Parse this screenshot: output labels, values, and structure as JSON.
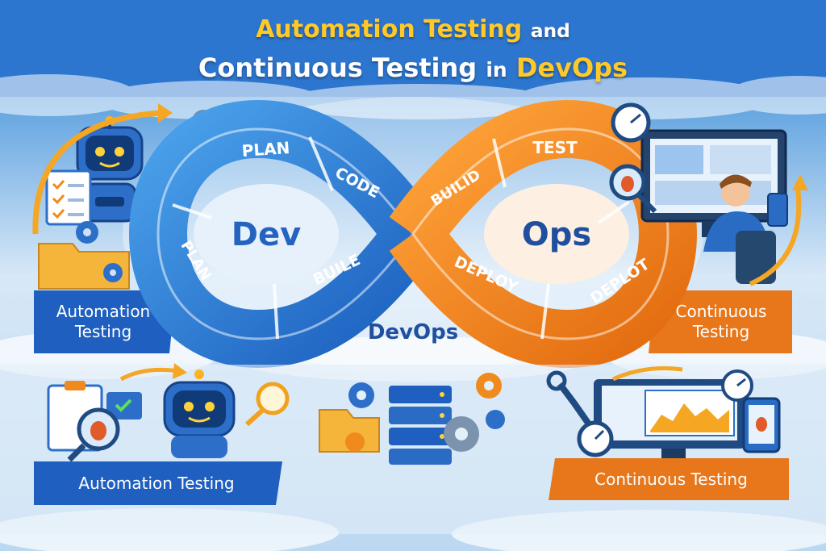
{
  "header": {
    "title_part1": "Automation Testing",
    "title_part2": "and",
    "title_part3": "Continuous Testing",
    "title_part4": "in",
    "title_part5": "DevOps"
  },
  "infinity_loop": {
    "dev_label": "Dev",
    "ops_label": "Ops",
    "center_label": "DevOps",
    "dev_segments": [
      "PLAN",
      "CODE",
      "PLAN",
      "BUILE"
    ],
    "ops_segments": [
      "BUILID",
      "TEST",
      "DEPLOY",
      "DEPLOT"
    ]
  },
  "left_panel": {
    "label_line1": "Automation",
    "label_line2": "Testing"
  },
  "right_panel": {
    "label_line1": "Continuous",
    "label_line2": "Testing"
  },
  "bottom_left": {
    "label": "Automation Testing"
  },
  "bottom_right": {
    "label": "Continuous Testing"
  },
  "colors": {
    "blue": "#1f67c4",
    "dark_blue": "#1a4f9e",
    "orange": "#f08a1c",
    "yellow": "#ffc929"
  }
}
